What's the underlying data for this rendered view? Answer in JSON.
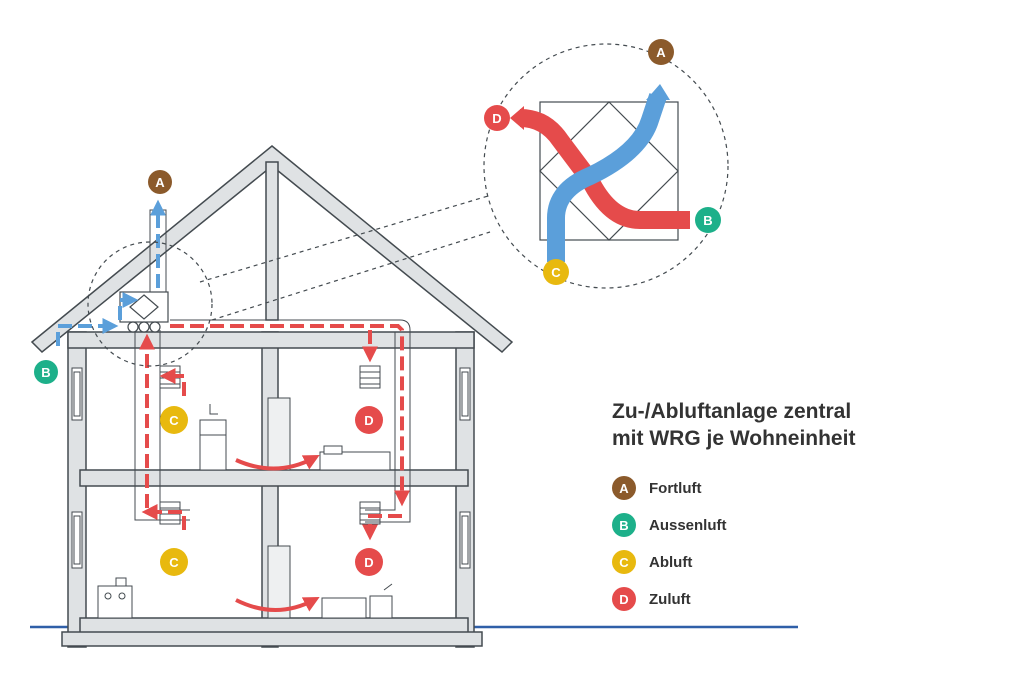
{
  "title": {
    "line1": "Zu-/Abluftanlage zentral",
    "line2": "mit WRG je Wohneinheit"
  },
  "legend": [
    {
      "key": "A",
      "label": "Fortluft",
      "color": "#8B5A2B"
    },
    {
      "key": "B",
      "label": "Aussenluft",
      "color": "#1DB08A"
    },
    {
      "key": "C",
      "label": "Abluft",
      "color": "#E8B90F"
    },
    {
      "key": "D",
      "label": "Zuluft",
      "color": "#E54B4B"
    }
  ],
  "colors": {
    "structure": "#9aa1a6",
    "structure_fill": "#dfe2e4",
    "outline": "#444b50",
    "cold_air": "#5b9fda",
    "warm_air": "#e54b4b",
    "ground": "#2f5fa8"
  },
  "badges": {
    "fortluft": "A",
    "aussenluft": "B",
    "abluft": "C",
    "zuluft": "D"
  }
}
